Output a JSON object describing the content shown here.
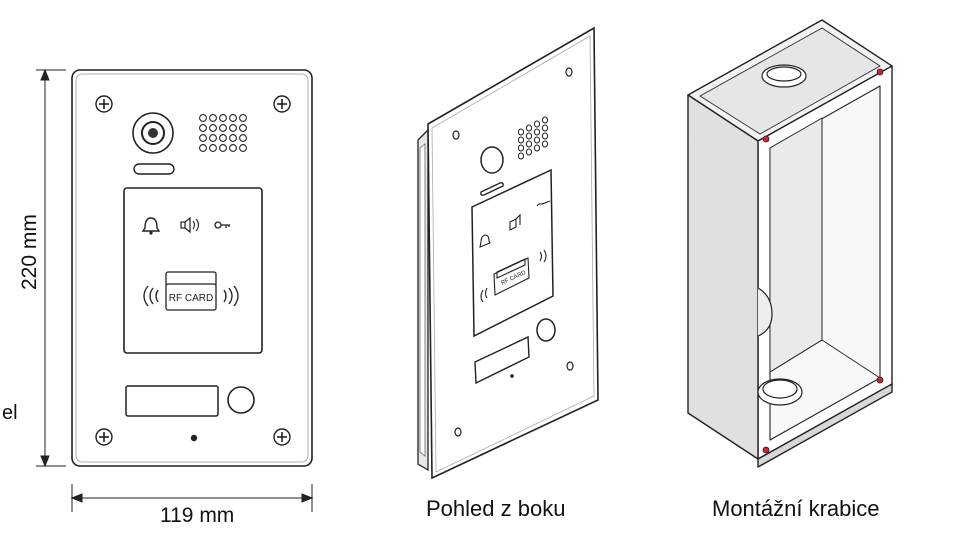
{
  "dimensions": {
    "height_label": "220 mm",
    "width_label": "119 mm"
  },
  "front_panel": {
    "card_label": "RF CARD",
    "edge_fragment": "el"
  },
  "captions": {
    "side_view": "Pohled z boku",
    "mounting_box": "Montážní krabice"
  }
}
